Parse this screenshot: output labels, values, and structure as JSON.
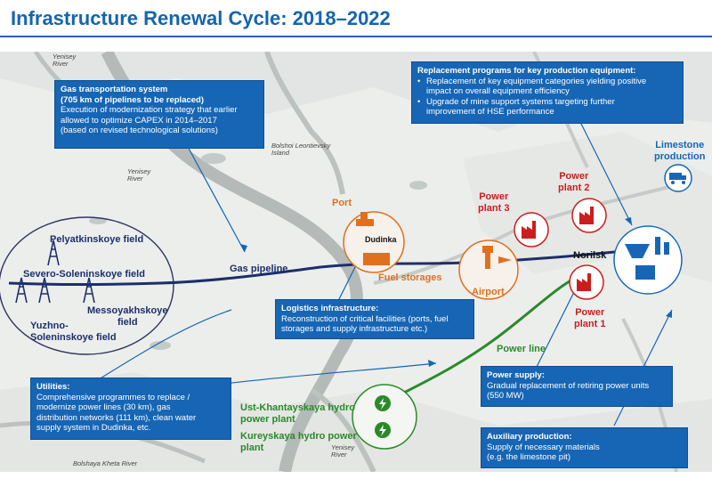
{
  "title": "Infrastructure Renewal Cycle: 2018–2022",
  "boxes": {
    "gas": {
      "title1": "Gas transportation system",
      "title2": "(705 km of pipelines to be replaced)",
      "line1": "Execution of modernization strategy that earlier",
      "line2": "allowed to optimize CAPEX in 2014–2017",
      "line3": "(based on revised technological solutions)"
    },
    "replacement": {
      "title": "Replacement programs for key production equipment:",
      "bullet1a": "Replacement of key equipment categories yielding positive",
      "bullet1b": "impact on overall equipment efficiency",
      "bullet2a": "Upgrade of mine support systems targeting further",
      "bullet2b": "improvement of HSE performance"
    },
    "logistics": {
      "title": "Logistics infrastructure:",
      "line1": "Reconstruction of critical facilities (ports, fuel",
      "line2": "storages and supply infrastructure etc.)"
    },
    "utilities": {
      "title": "Utilities:",
      "line1": "Comprehensive programmes to replace /",
      "line2": "modernize power lines (30 km), gas",
      "line3": "distribution networks (111 km), clean water",
      "line4": "supply system in Dudinka, etc."
    },
    "power_supply": {
      "title": "Power supply:",
      "line1": "Gradual replacement of retiring power units",
      "line2": "(550 MW)"
    },
    "auxiliary": {
      "title": "Auxiliary production:",
      "line1": "Supply of necessary materials",
      "line2": "(e.g. the limestone pit)"
    }
  },
  "labels": {
    "pelyatkinskoye": "Pelyatkinskoye field",
    "severo": "Severo-Soleninskoye field",
    "messoyakh1": "Messoyakhskoye",
    "messoyakh2": "field",
    "yuzhno1": "Yuzhno-",
    "yuzhno2": "Soleninskoye field",
    "gas_pipeline": "Gas pipeline",
    "port": "Port",
    "dudinka": "Dudinka",
    "fuel_storages": "Fuel storages",
    "airport": "Airport",
    "power_plant_3a": "Power",
    "power_plant_3b": "plant 3",
    "power_plant_2a": "Power",
    "power_plant_2b": "plant 2",
    "power_plant_1a": "Power",
    "power_plant_1b": "plant 1",
    "norilsk": "Norilsk",
    "limestone1": "Limestone",
    "limestone2": "production",
    "power_line": "Power line",
    "ust1": "Ust-Khantayskaya hydro",
    "ust2": "power plant",
    "kurey1": "Kureyskaya hydro power",
    "kurey2": "plant"
  },
  "rivers": {
    "yenisey_top1": "Yenisey",
    "yenisey_top2": "River",
    "yenisey_mid1": "Yenisey",
    "yenisey_mid2": "River",
    "bolshoi1": "Bolshoi Leontievsky",
    "bolshoi2": "Island",
    "kheta": "Bolshaya Kheta River",
    "yenisey_bot1": "Yenisey",
    "yenisey_bot2": "River"
  },
  "colors": {
    "box_blue": "#1666b5",
    "pipeline_navy": "#1c2f6b",
    "power_red": "#cc1d1d",
    "logistics_orange": "#e0701e",
    "hydro_green": "#2a8a2a"
  }
}
